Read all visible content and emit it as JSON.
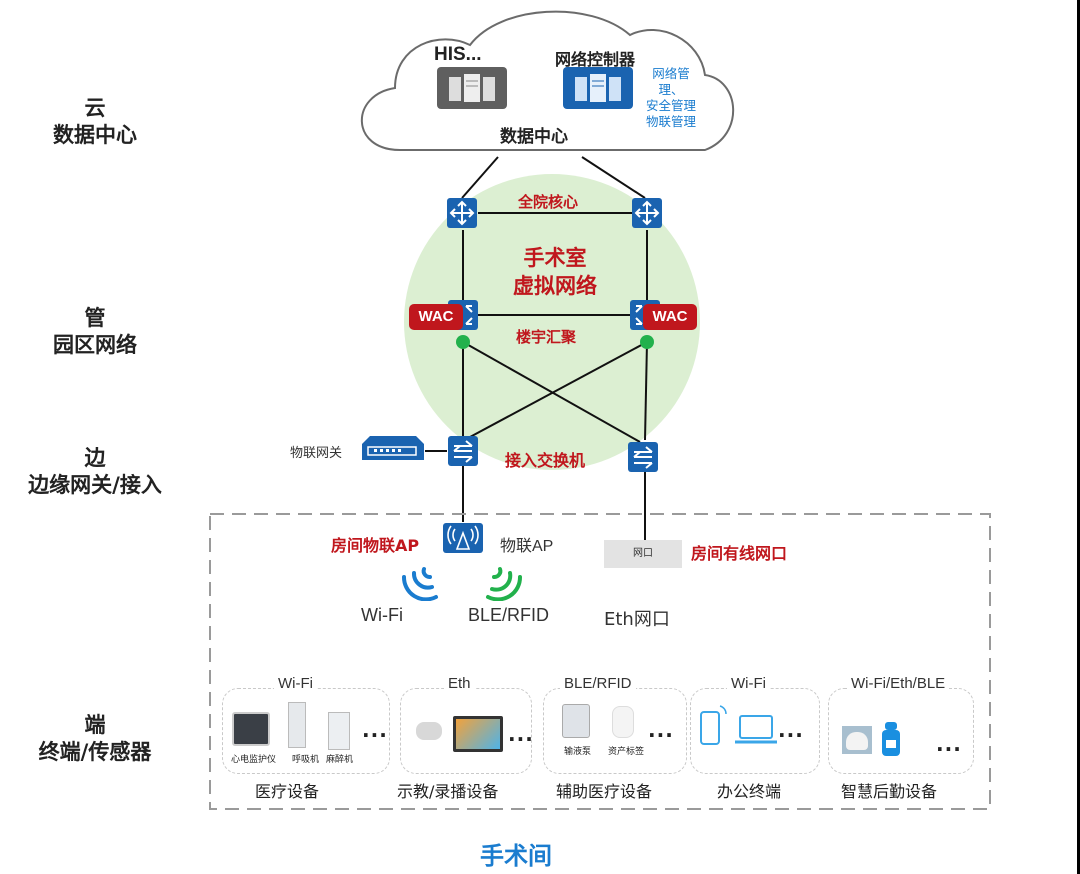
{
  "tiers": [
    {
      "key": "cloud",
      "title": "云",
      "subtitle": "数据中心"
    },
    {
      "key": "pipe",
      "title": "管",
      "subtitle": "园区网络"
    },
    {
      "key": "edge",
      "title": "边",
      "subtitle": "边缘网关/接入"
    },
    {
      "key": "end",
      "title": "端",
      "subtitle": "终端/传感器"
    }
  ],
  "cloud": {
    "label": "数据中心",
    "his_label": "HIS...",
    "controller_label": "网络控制器",
    "controller_functions": [
      "网络管理、",
      "安全管理",
      "物联管理"
    ]
  },
  "network": {
    "core_label": "全院核心",
    "virtual_network_label_line1": "手术室",
    "virtual_network_label_line2": "虚拟网络",
    "aggregation_label": "楼宇汇聚",
    "wac_label": "WAC",
    "access_label": "接入交换机",
    "iot_gateway_label": "物联网关"
  },
  "room": {
    "title": "手术间",
    "ap_label": "房间物联AP",
    "iot_ap_label": "物联AP",
    "port_box_label": "网口",
    "wired_port_label": "房间有线网口",
    "links": [
      "Wi-Fi",
      "BLE/RFID",
      "Eth网口"
    ]
  },
  "device_groups": [
    {
      "protocol": "Wi-Fi",
      "category": "医疗设备",
      "items": [
        "心电监护仪",
        "呼吸机",
        "麻醉机"
      ],
      "more": "..."
    },
    {
      "protocol": "Eth",
      "category": "示教/录播设备",
      "items": [],
      "more": "..."
    },
    {
      "protocol": "BLE/RFID",
      "category": "辅助医疗设备",
      "items": [
        "输液泵",
        "资产标签"
      ],
      "more": "..."
    },
    {
      "protocol": "Wi-Fi",
      "category": "办公终端",
      "items": [],
      "more": "..."
    },
    {
      "protocol": "Wi-Fi/Eth/BLE",
      "category": "智慧后勤设备",
      "items": [],
      "more": "..."
    }
  ],
  "colors": {
    "device_blue": "#1a63b0",
    "alert_red": "#c0171d",
    "zone_green": "#dcefd2",
    "wifi_blue": "#1a7ccf",
    "ble_green": "#22b14c",
    "title_blue": "#1a7ccf"
  }
}
